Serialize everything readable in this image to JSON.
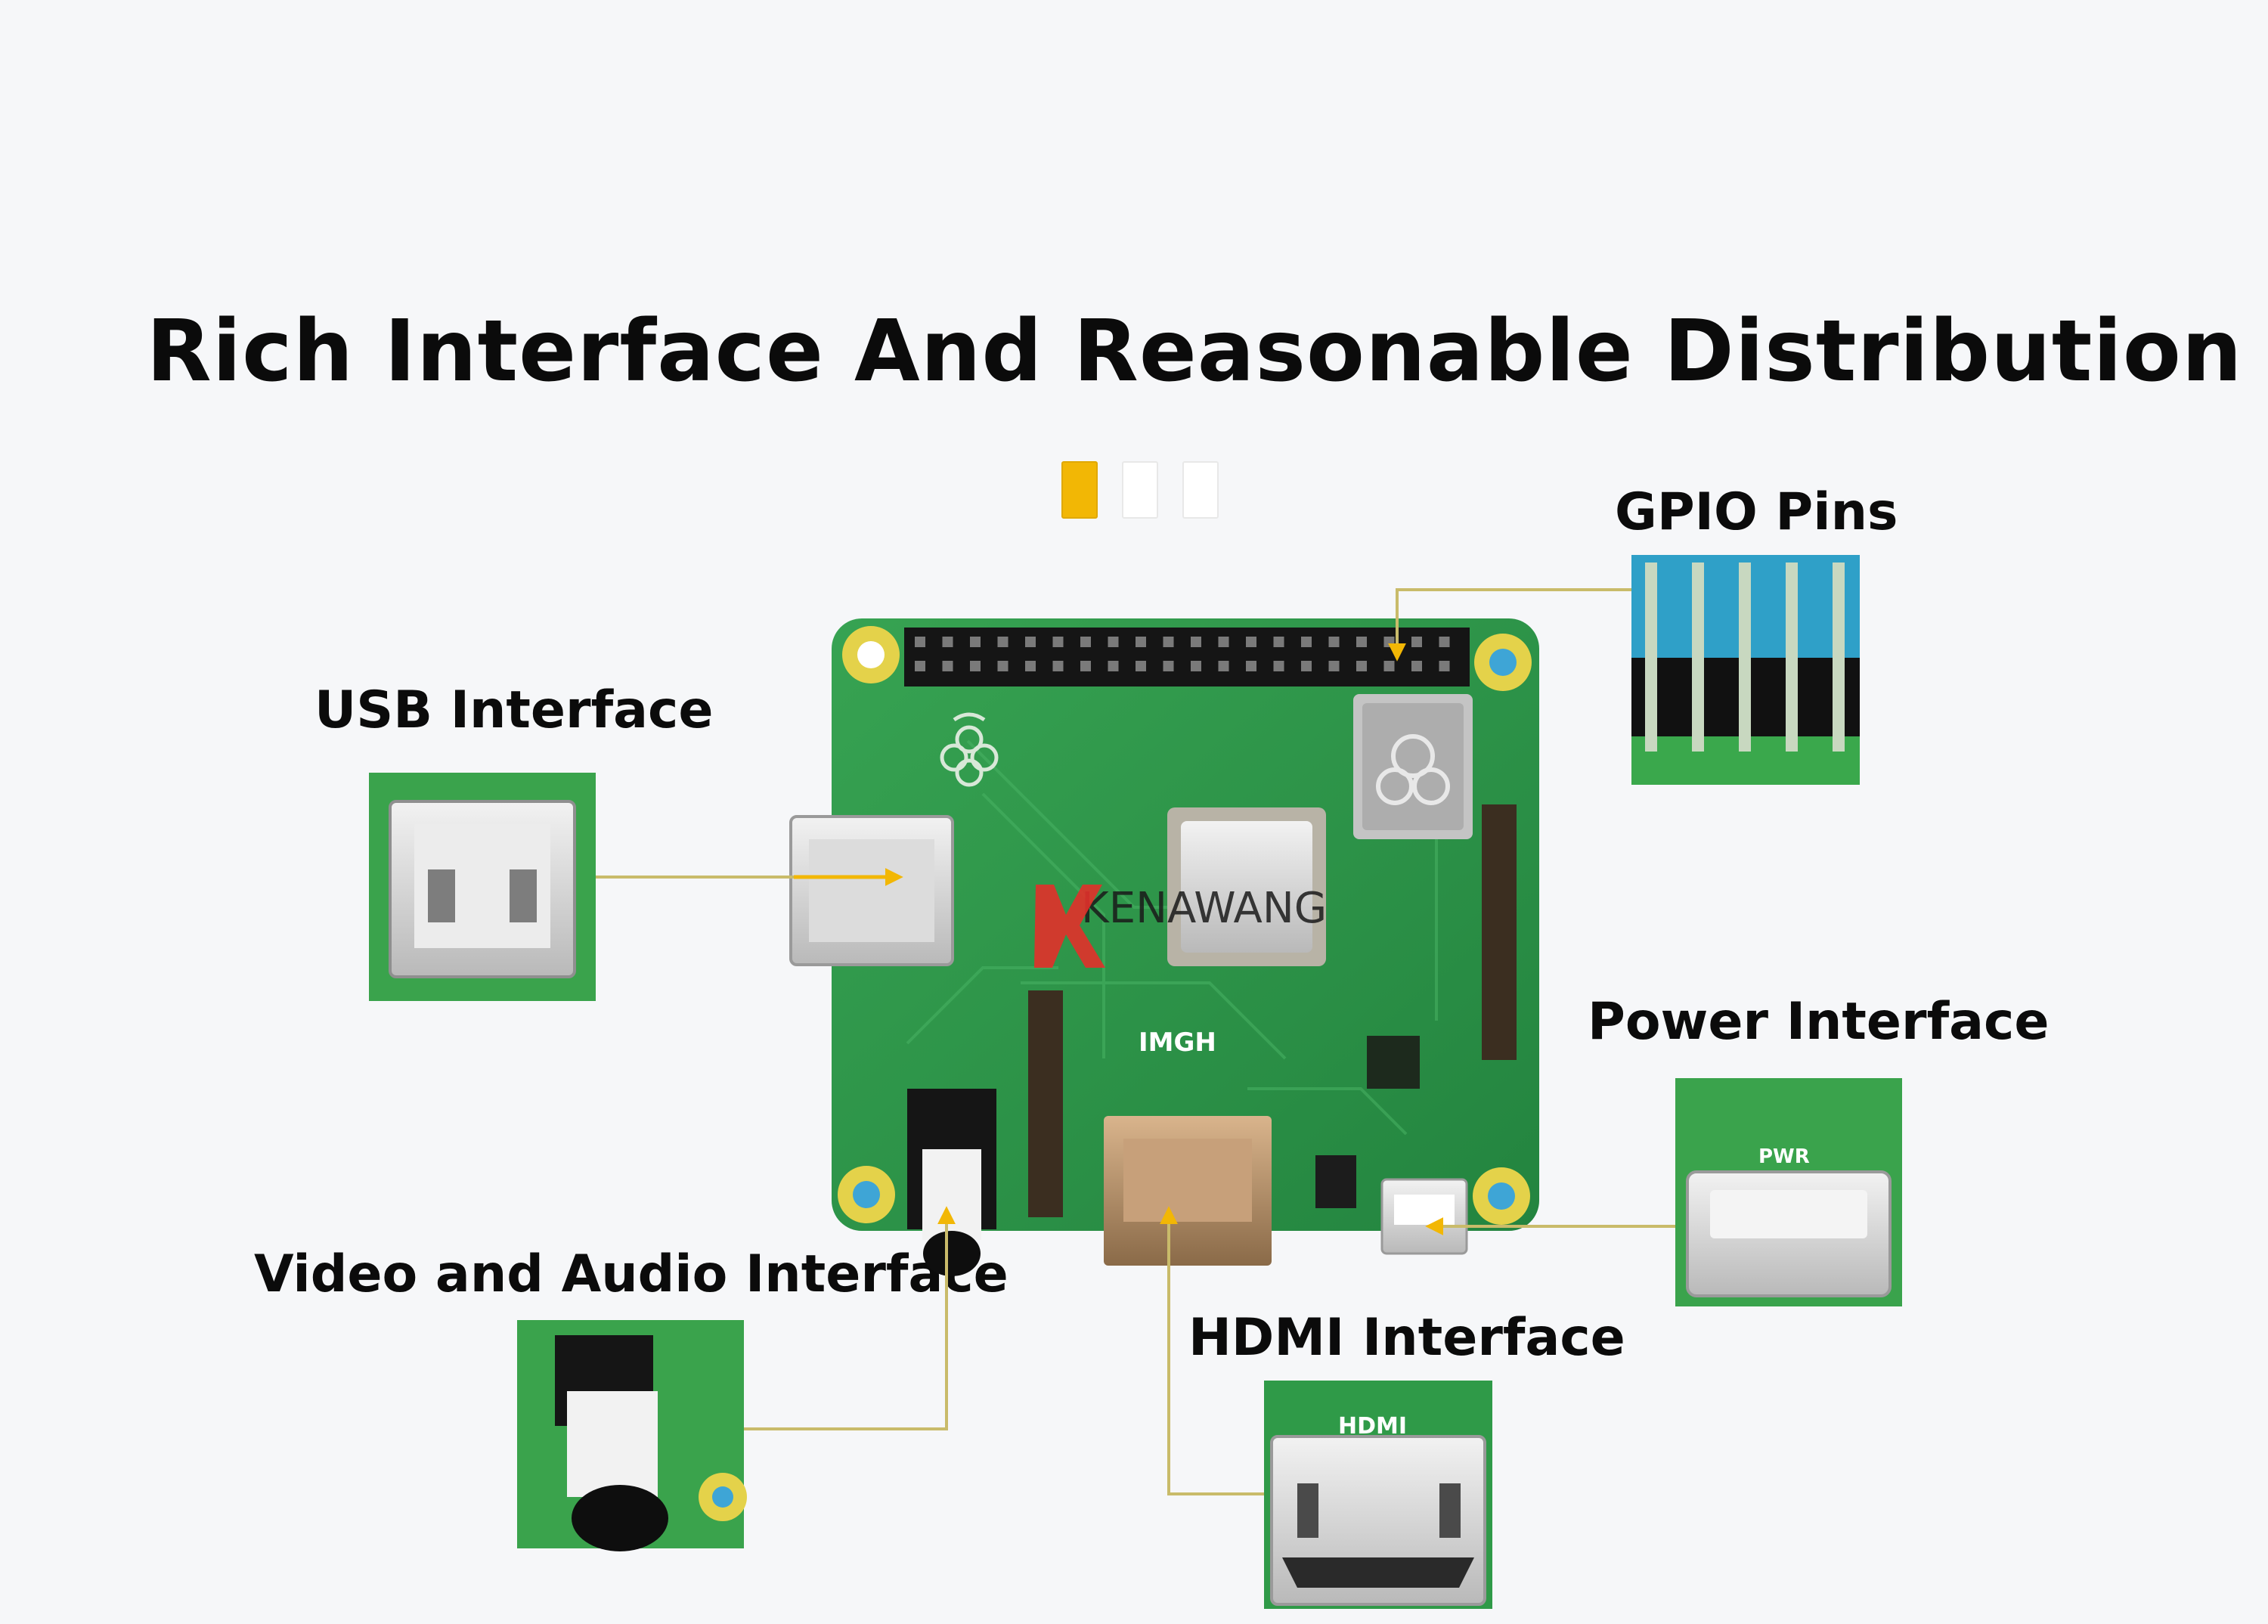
{
  "title": "Rich Interface And Reasonable Distribution",
  "labels": {
    "usb": "USB Interface",
    "gpio": "GPIO Pins",
    "power": "Power Interface",
    "video_audio": "Video and Audio Interface",
    "hdmi": "HDMI Interface"
  },
  "board": {
    "chip_mark": "IMGH",
    "watermark": "KENAWANG",
    "power_mark": "PWR",
    "hdmi_mark": "HDMI"
  },
  "colors": {
    "accent": "#f2b705",
    "pcb": "#2f9a4a",
    "pcb_dark": "#1f7d3a",
    "connector_line": "#c9bb6a"
  }
}
